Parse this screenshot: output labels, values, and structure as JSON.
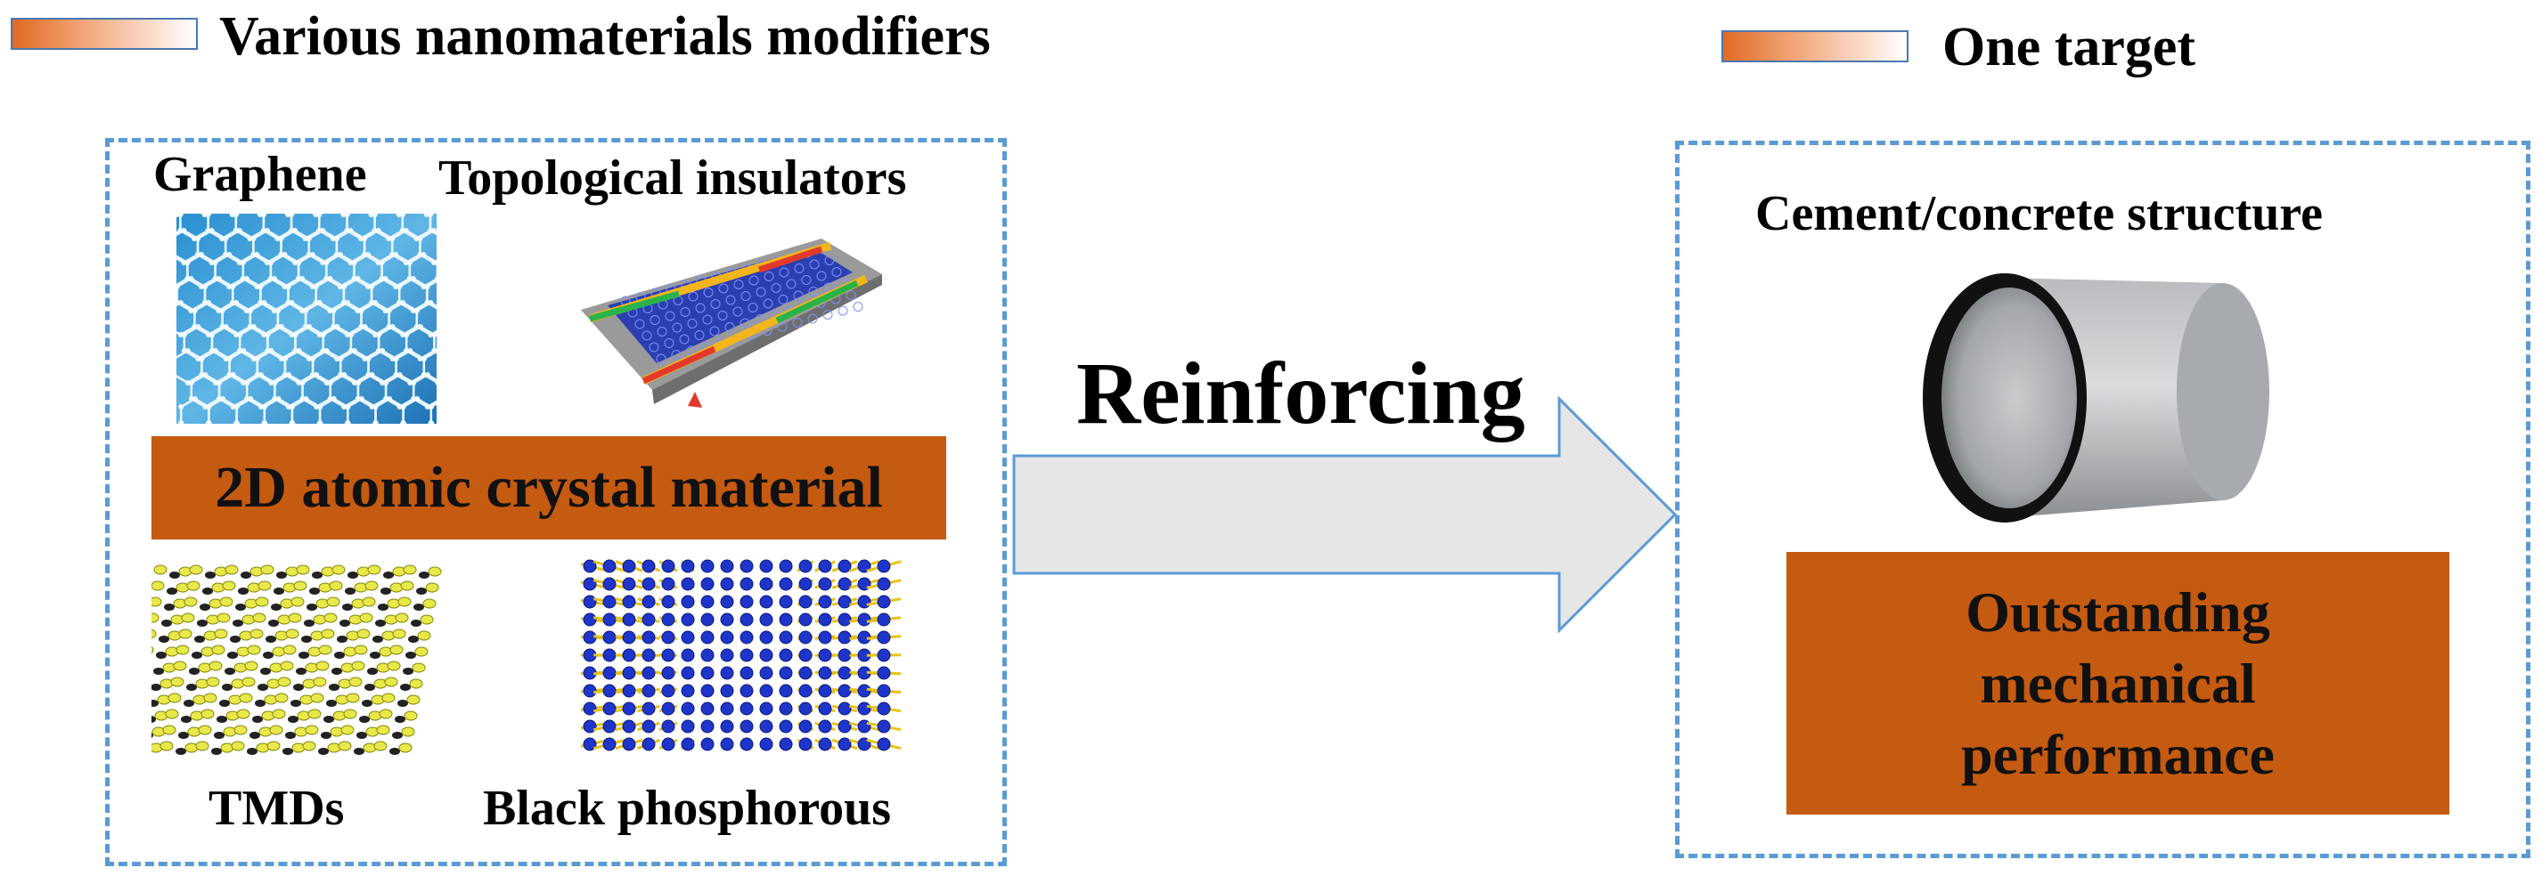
{
  "legend_left": {
    "text": "Various nanomaterials modifiers"
  },
  "legend_right": {
    "text": "One target"
  },
  "left_panel": {
    "graphene_label": "Graphene",
    "topological_label": "Topological insulators",
    "banner": "2D atomic crystal material",
    "tmds_label": "TMDs",
    "black_phosphorous_label": "Black phosphorous"
  },
  "arrow": {
    "label": "Reinforcing"
  },
  "right_panel": {
    "structure_label": "Cement/concrete structure",
    "banner_lines": [
      "Outstanding",
      "mechanical",
      "performance"
    ]
  },
  "colors": {
    "accent_orange": "#c55a11",
    "dash_blue": "#5b9bd5",
    "arrow_fill": "#e6e6e6",
    "arrow_stroke": "#5b9bd5"
  }
}
